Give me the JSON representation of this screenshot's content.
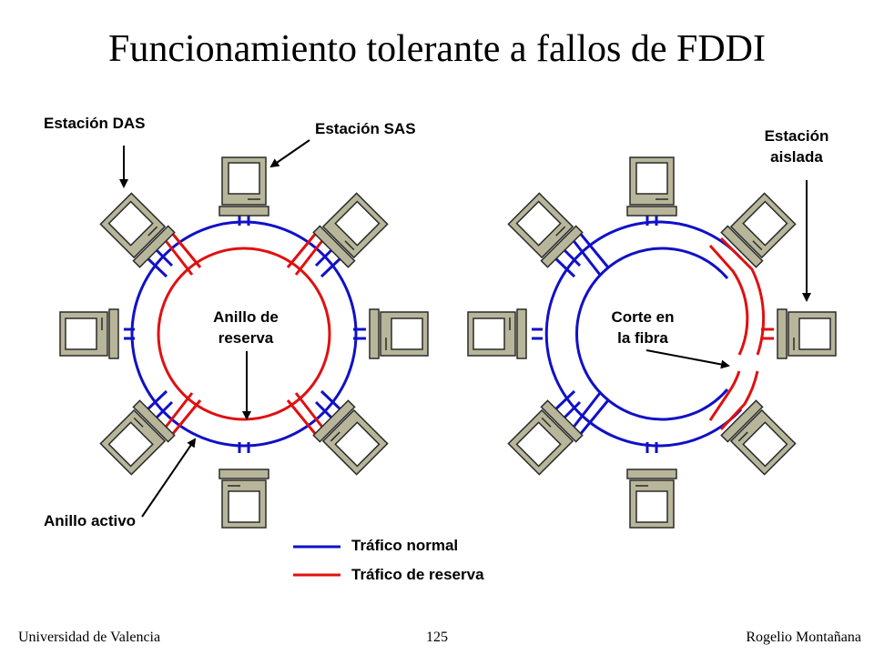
{
  "title": "Funcionamiento tolerante a fallos de FDDI",
  "labels": {
    "das": "Estación DAS",
    "sas": "Estación SAS",
    "anillo_reserva_1": "Anillo de",
    "anillo_reserva_2": "reserva",
    "anillo_activo": "Anillo activo",
    "corte_1": "Corte en",
    "corte_2": "la fibra",
    "aislada_1": "Estación",
    "aislada_2": "aislada"
  },
  "legend": [
    {
      "label": "Tráfico normal",
      "color": "#1010c8"
    },
    {
      "label": "Tráfico de reserva",
      "color": "#e01010"
    }
  ],
  "colors": {
    "primary_ring": "#1010c8",
    "secondary_ring": "#e01010",
    "station_fill": "#b8b69a",
    "station_stroke": "#2a2a2a"
  },
  "footer": {
    "left": "Universidad de Valencia",
    "center": "125",
    "right": "Rogelio Montañana"
  }
}
